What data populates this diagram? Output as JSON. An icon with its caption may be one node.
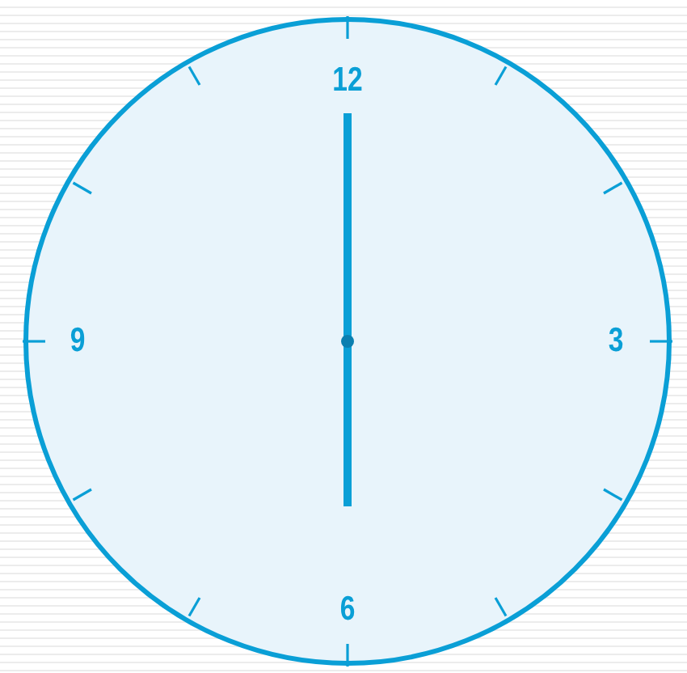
{
  "diagram": {
    "labels": [
      "12",
      "9",
      "3",
      "6"
    ]
  }
}
